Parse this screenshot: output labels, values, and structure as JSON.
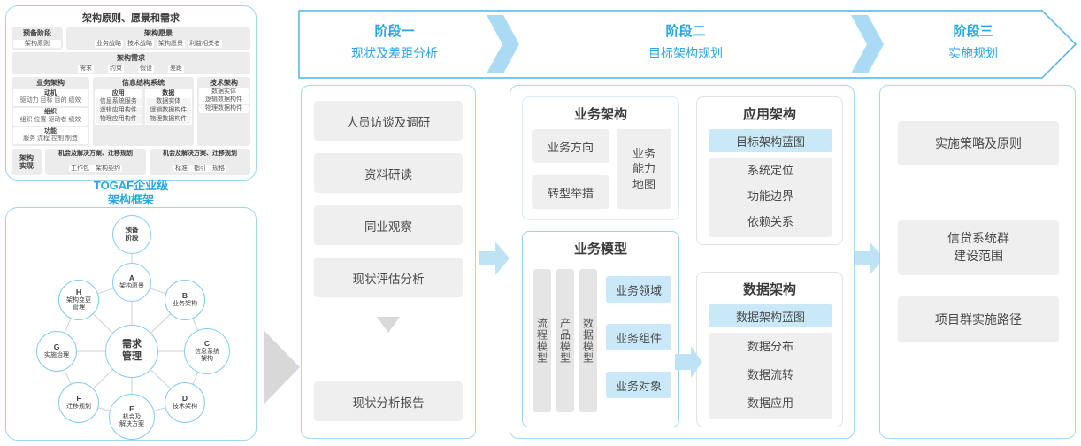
{
  "colors": {
    "accent_blue": "#29A6DF",
    "panel_border": "#9ED4F0",
    "highlight_bg": "#C9E8F8",
    "gray_box": "#EFEFEF",
    "flow_arrow": "#BEE3F5"
  },
  "left_panel": {
    "title": "架构原则、愿景和需求",
    "prep": {
      "title": "预备阶段",
      "item": "架构原则"
    },
    "vision": {
      "title": "架构愿景",
      "items": [
        "业务战略",
        "技术战略",
        "架构愿景",
        "利益相关者"
      ]
    },
    "requirements": {
      "title": "架构需求",
      "items": [
        "需求",
        "约束",
        "假设",
        "差距"
      ]
    },
    "business": {
      "title": "业务架构",
      "groups": [
        {
          "label": "动机",
          "items": "驱动力 目标 目的 绩效"
        },
        {
          "label": "组织",
          "items": "组织 位置 驱动者 绩效"
        },
        {
          "label": "功能",
          "items": "服务 流程 控制 制造"
        }
      ]
    },
    "info": {
      "title": "信息结构系统",
      "cols": [
        {
          "label": "应用",
          "items": [
            "信息系统服务",
            "逻辑应用构件",
            "物理应用构件"
          ]
        },
        {
          "label": "数据",
          "items": [
            "数据实体",
            "逻辑数据构件",
            "物理数据构件"
          ]
        }
      ]
    },
    "tech": {
      "title": "技术架构",
      "items": [
        "数据实体",
        "逻辑数据构件",
        "物理数据构件"
      ]
    },
    "impl": {
      "label": "架构\n实现",
      "boxes": [
        {
          "title": "机会及解决方案、迁移规划",
          "items": "工作包　架构契约"
        },
        {
          "title": "机会及解决方案、迁移规划",
          "items": "标准　指引　规格"
        }
      ]
    }
  },
  "togaf_label": "TOGAF企业级\n架构框架",
  "adm": {
    "center": "需求\n管理",
    "prep": "预备\n阶段",
    "nodes": [
      {
        "letter": "A",
        "label": "架构愿景"
      },
      {
        "letter": "B",
        "label": "业务架构"
      },
      {
        "letter": "C",
        "label": "信息系统\n架构"
      },
      {
        "letter": "D",
        "label": "技术架构"
      },
      {
        "letter": "E",
        "label": "机会及\n解决方案"
      },
      {
        "letter": "F",
        "label": "迁移规划"
      },
      {
        "letter": "G",
        "label": "实施治理"
      },
      {
        "letter": "H",
        "label": "架构变更\n管理"
      }
    ]
  },
  "phases": [
    {
      "num": "阶段一",
      "name": "现状及差距分析"
    },
    {
      "num": "阶段二",
      "name": "目标架构规划"
    },
    {
      "num": "阶段三",
      "name": "实施规划"
    }
  ],
  "phase1_steps": [
    "人员访谈及调研",
    "资料研读",
    "同业观察",
    "现状评估分析",
    "现状分析报告"
  ],
  "phase2": {
    "business_arch": {
      "title": "业务架构",
      "direction": "业务方向",
      "transform": "转型举措",
      "capability": "业务\n能力\n地图"
    },
    "business_model": {
      "title": "业务模型",
      "bars": [
        "流程模型",
        "产品模型",
        "数据模型"
      ],
      "items": [
        "业务领域",
        "业务组件",
        "业务对象"
      ]
    },
    "app_arch": {
      "title": "应用架构",
      "blueprint": "目标架构蓝图",
      "items": [
        "系统定位",
        "功能边界",
        "依赖关系"
      ]
    },
    "data_arch": {
      "title": "数据架构",
      "blueprint": "数据架构蓝图",
      "items": [
        "数据分布",
        "数据流转",
        "数据应用"
      ]
    }
  },
  "phase3_items": [
    "实施策略及原则",
    "信贷系统群\n建设范围",
    "项目群实施路径"
  ]
}
